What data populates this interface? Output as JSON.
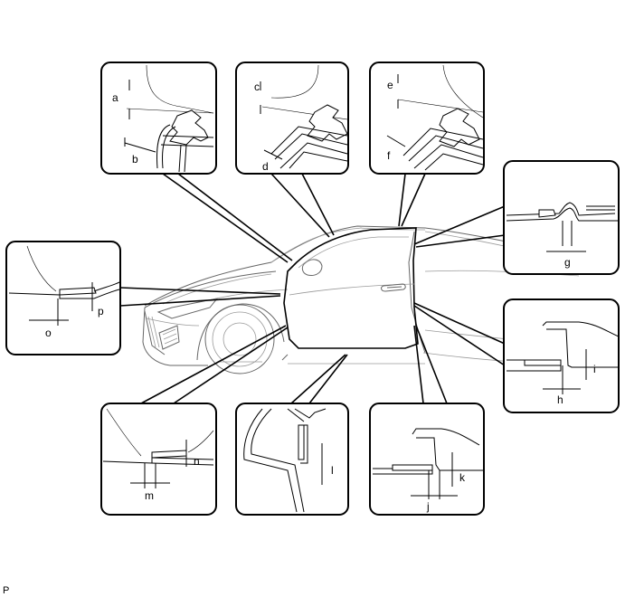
{
  "figure": {
    "code": "P"
  },
  "measurement_labels": {
    "a": "a",
    "b": "b",
    "c": "c",
    "d": "d",
    "e": "e",
    "f": "f",
    "g": "g",
    "h": "h",
    "i": "i",
    "j": "j",
    "k": "k",
    "l": "l",
    "m": "m",
    "n": "n",
    "o": "o",
    "p": "p"
  }
}
